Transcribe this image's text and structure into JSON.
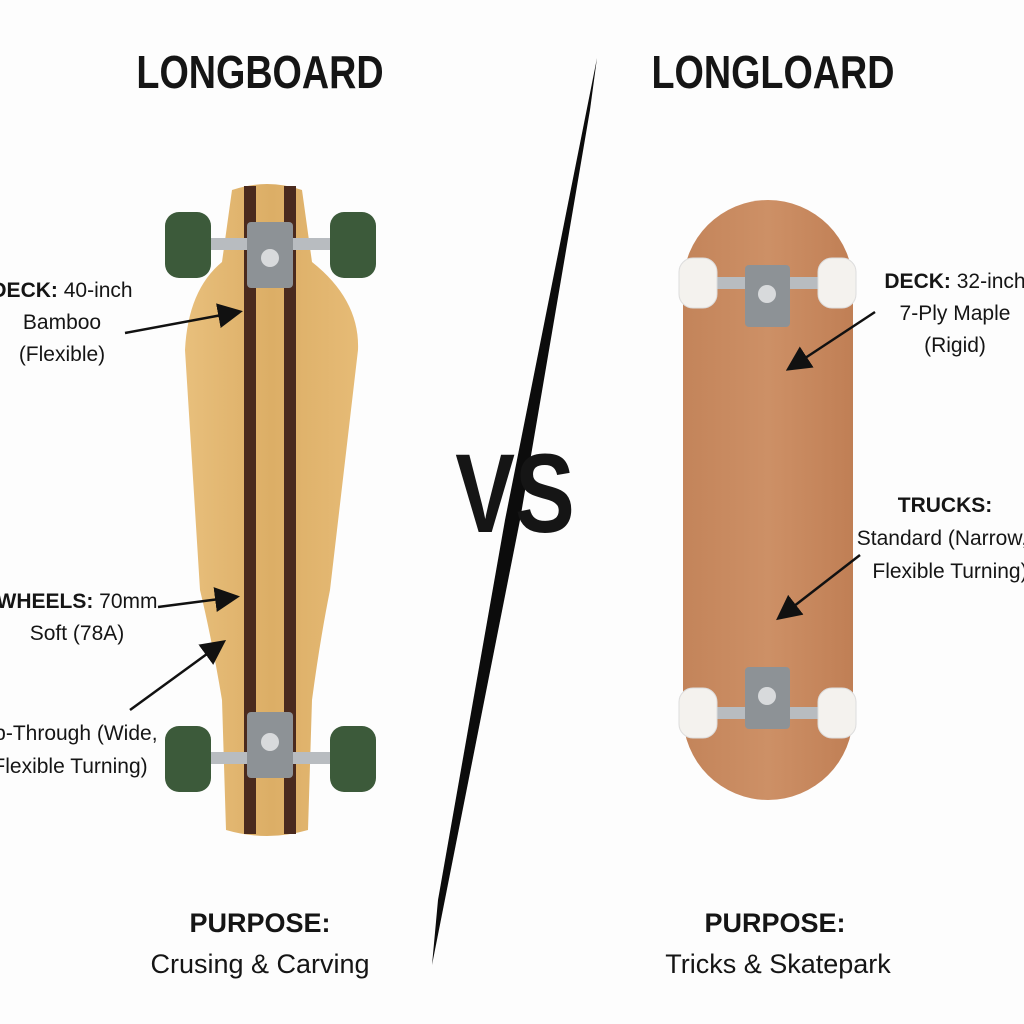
{
  "left": {
    "title": "LONGBOARD",
    "deck": {
      "key": "DECK:",
      "line1": " 40-inch",
      "line2": "Bamboo",
      "line3": "(Flexible)"
    },
    "wheels": {
      "key": "WHEELS:",
      "line1": " 70mm",
      "line2": "Soft (78A)"
    },
    "trucks": {
      "line1": "op-Through (Wide,",
      "line2": "Flexible Turning)"
    },
    "purpose": {
      "key": "PURPOSE:",
      "value": "Crusing & Carving"
    },
    "colors": {
      "deck": "#e2b56f",
      "stripe": "#4a2a1e",
      "wheel": "#3c5a3a"
    }
  },
  "divider_text": "VS",
  "right": {
    "title": "LONGLOARD",
    "deck": {
      "key": "DECK:",
      "line1": " 32-inch",
      "line2": "7-Ply Maple",
      "line3": "(Rigid)"
    },
    "trucks": {
      "key": "TRUCKS:",
      "line1": "Standard (Narrow,",
      "line2": "Flexible Turning)"
    },
    "purpose": {
      "key": "PURPOSE:",
      "value": "Tricks & Skatepark"
    },
    "colors": {
      "deck": "#c98a5e",
      "wheel": "#f4f2ee"
    }
  }
}
